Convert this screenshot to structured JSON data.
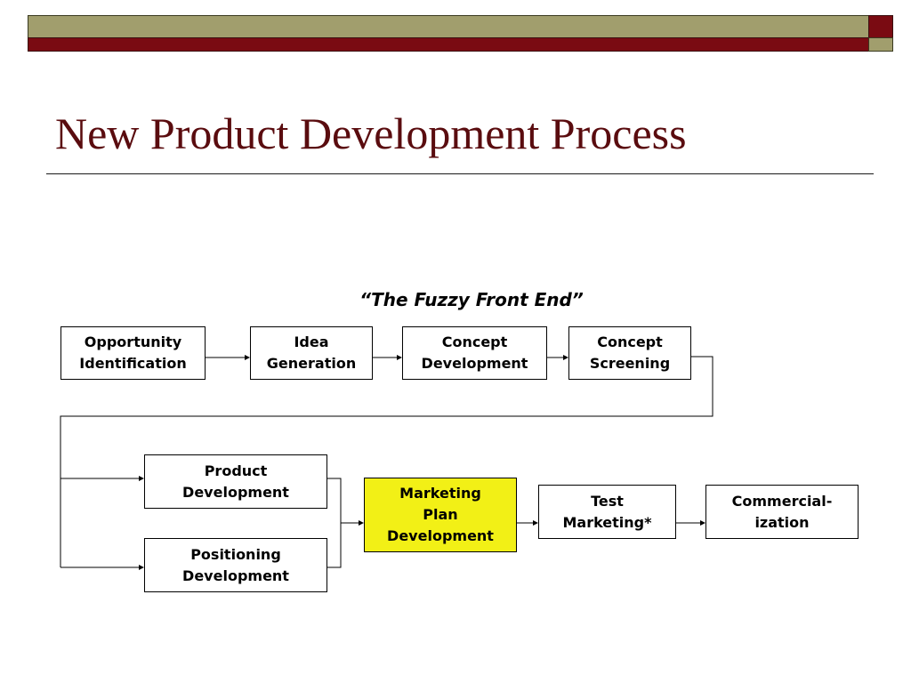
{
  "slide": {
    "title": "New Product Development Process",
    "subtitle": "“The Fuzzy Front End”"
  },
  "steps": {
    "opportunity_identification": "Opportunity\nIdentification",
    "idea_generation": "Idea\nGeneration",
    "concept_development": "Concept\nDevelopment",
    "concept_screening": "Concept\nScreening",
    "product_development": "Product\nDevelopment",
    "positioning_development": "Positioning\nDevelopment",
    "marketing_plan_development": "Marketing\nPlan\nDevelopment",
    "test_marketing": "Test\nMarketing*",
    "commercialization": "Commercial-\nization"
  },
  "colors": {
    "title": "#5a0c0f",
    "highlight": "#f2f016",
    "bar_olive": "#a19e6d",
    "bar_maroon": "#7a0b12"
  }
}
